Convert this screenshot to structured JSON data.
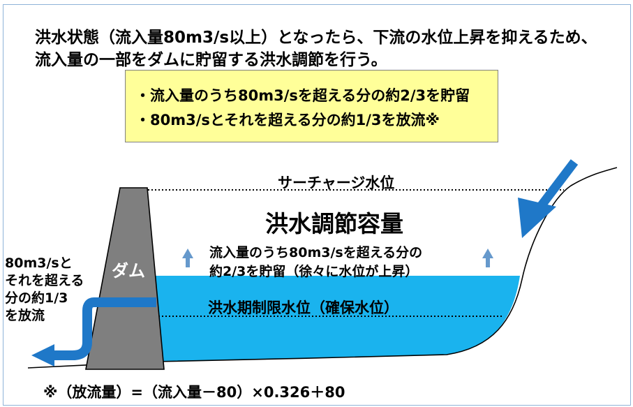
{
  "intro": {
    "line1": "洪水状態（流入量80m3/s以上）となったら、下流の水位上昇を抑えるため、",
    "line2": "流入量の一部をダムに貯留する洪水調節を行う。"
  },
  "note": {
    "line1": "・流入量のうち80m3/sを超える分の約2/3を貯留",
    "line2": "・80m3/sとそれを超える分の約1/3を放流※"
  },
  "diagram": {
    "surcharge_level": "サーチャージ水位",
    "flood_control_capacity": "洪水調節容量",
    "storage_line1": "流入量のうち80m3/sを超える分の",
    "storage_line2": "約2/3を貯留（徐々に水位が上昇）",
    "flood_season_level": "洪水期制限水位（確保水位）",
    "dam_label": "ダム",
    "outflow_line1": "80m3/sと",
    "outflow_line2": "それを超える",
    "outflow_line3": "分の約1/3",
    "outflow_line4": "を放流"
  },
  "footnote": "※（放流量）=（流入量－80）×0.326＋80",
  "colors": {
    "water": "#1ab3ee",
    "arrow": "#1f78c8",
    "small_arrow": "#6699cc",
    "dam": "#7f7f7f",
    "note_bg": "#ffff99",
    "frame": "#8fb3d8"
  }
}
